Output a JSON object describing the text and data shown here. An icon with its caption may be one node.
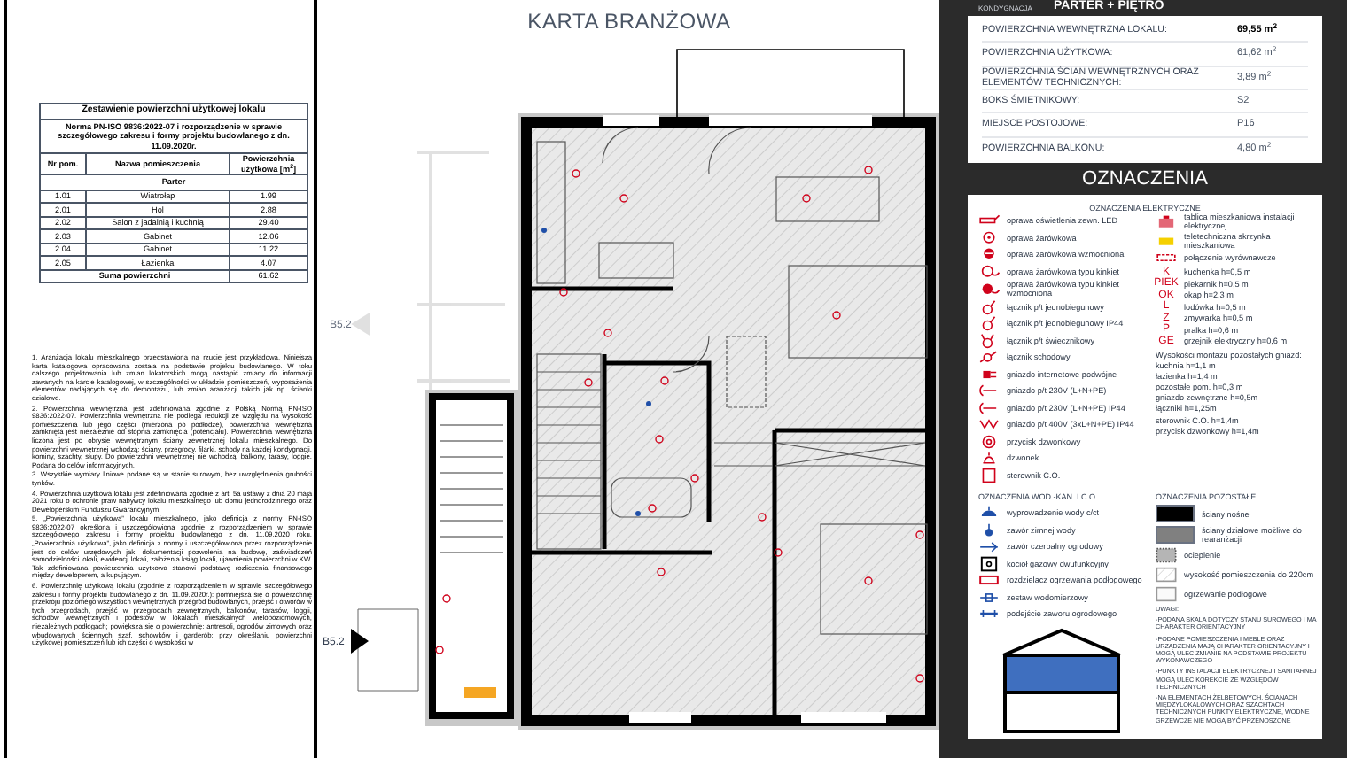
{
  "diagram": {
    "title": "KARTA BRANŻOWA",
    "labels": [
      "Zestawienie powierzchni użytkowej lokalu",
      "Norma PN-ISO 9836:2022-07 i rozporządzenie w sprawie szczegółowego zakresu i formy projektu budowlanego z dn. 11.09.2020r.",
      "Nr pom.",
      "Nazwa pomieszczenia",
      "Powierzchnia użytkowa [m$^{2}$]",
      "Parter",
      "1.01",
      "Wiatrołap",
      "1.99",
      "2.01",
      "Hol",
      "2.88",
      "2.02",
      "Salon z jadalnią i kuchnią",
      "29.40",
      "2.03",
      "Gabinet",
      "12.06",
      "2.04",
      "Gabinet",
      "11.22",
      "2.05",
      "Łazienka",
      "4.07",
      "Suma powierzchni",
      "61.62",
      "1. Aranżacja lokalu mieszkalnego przedstawiona na rzucie jest przykładowa. Niniejsza karta katalogowa opracowana została na podstawie projektu budowlanego. W toku dalszego projektowania lub zmian lokatorskich mogą nastąpić zmiany do informacji zawartych na karcie katalogowej, w szczególności w układzie pomieszczeń, wyposażenia elementów nadających się do demontażu, lub zmian aranżacji takich jak np. ścianki działowe.",
      "2. Powierzchnia wewnętrzna jest zdefiniowana zgodnie z Polską Normą PN-ISO 9836:2022-07. Powierzchnia wewnętrzna nie podlega redukcji ze względu na wysokość pomieszczenia lub jego części (mierzona po podłodze), powierzchnia wewnętrzna zamknięta jest niezależnie od stopnia zamknięcia (potencjału). Powierzchnia wewnętrzna liczona jest po obrysie wewnętrznym ściany zewnętrznej lokalu mieszkalnego. Do powierzchni wewnętrznej wchodzą: ściany, przegrody, filarki, schody na każdej kondygnacji, kominy, szachty, słupy. Do powierzchni wewnętrznej nie wchodzą: balkony, tarasy, loggie. Podana do celów informacyjnych.",
      "3. Wszystkie wymiary liniowe podane są w stanie surowym, bez uwzględnienia grubości tynków.",
      "4. Powierzchnia użytkowa lokalu jest zdefiniowana zgodnie z art. 5a ustawy z dnia 20 maja 2021 roku o ochronie praw nabywcy lokalu mieszkalnego lub domu jednorodzinnego oraz Deweloperskim Funduszu Gwarancyjnym.",
      "5. „Powierzchnia użytkowa” lokalu mieszkalnego, jako definicja z normy PN-ISO 9836:2022-07 określona i uszczegółowiona zgodnie z rozporządzeniem w sprawie szczegółowego zakresu i formy projektu budowlanego z dn. 11.09.2020 roku. „Powierzchnia użytkowa”, jako definicja z normy i uszczegółowiona przez rozporządzenie jest do celów urzędowych jak: dokumentacji pozwolenia na budowę, zaświadczeń samodzielności lokali, ewidencji lokali, założenia ksiąg lokali, ujawnienia powierzchni w KW. Tak zdefiniowana powierzchnia użytkowa stanowi podstawę rozliczenia finansowego między deweloperem, a kupującym.",
      "6. Powierzchnię użytkową lokalu (zgodnie z rozporządzeniem w sprawie szczegółowego zakresu i formy projektu budowlanego z dn. 11.09.2020r.): pomniejsza się o powierzchnię przekroju poziomego wszystkich wewnętrznych przegród budowlanych, przejść i otworów w tych przegrodach, przejść w przegrodach zewnętrznych, balkonów, tarasów, loggii, schodów wewnętrznych i podestów w lokalach mieszkalnych wielopoziomowych, niezależnych podłogach; powiększa się o powierzchnię: antresoli, ogrodów zimowych oraz wbudowanych ściennych szaf, schowków i garderób; przy określaniu powierzchni użytkowej pomieszczeń lub ich części o wysokości w",
      "B5.2",
      "B5.2",
      "KONDYGNACJA",
      "PARTER + PIĘTRO",
      "POWIERZCHNIA WEWNĘTRZNA LOKALU:",
      "69,55 m$^{2}$",
      "POWIERZCHNIA UŻYTKOWA:",
      "61,62 m$^{2}$",
      "POWIERZCHNIA ŚCIAN WEWNĘTRZNYCH ORAZ ELEMENTÓW TECHNICZNYCH:",
      "3,89 m$^{2}$",
      "BOKS ŚMIETNIKOWY:",
      "S2",
      "MIEJSCE POSTOJOWE:",
      "P16",
      "POWIERZCHNIA BALKONU:",
      "4,80 m$^{2}$",
      "OZNACZENIA",
      "OZNACZENIA ELEKTRYCZNE",
      "K",
      "PIEK",
      "OK",
      "L",
      "Z",
      "P",
      "GE",
      "Wysokości montażu pozostałych gniazd:",
      "kuchnia h=1,1 m",
      "łazienka h=1,4 m",
      "pozostałe pom. h=0,3 m",
      "gniazdo zewnętrzne h=0,5m",
      "łączniki h=1,25m",
      "sterownik C.O. h=1,4m",
      "przycisk dzwonkowy h=1,4m",
      "OZNACZENIA WOD.-KAN. I C.O.",
      "OZNACZENIA POZOSTAŁE",
      "UWAGI:",
      "-PODANA SKALA DOTYCZY STANU SUROWEGO I MA CHARAKTER ORIENTACYJNY",
      "-PODANE POMIESZCZENIA I MEBLE ORAZ URZĄDZENIA MAJĄ CHARAKTER ORIENTACYJNY I MOGĄ ULEC ZMIANIE NA PODSTAWIE PROJEKTU WYKONAWCZEGO",
      "-PUNKTY INSTALACJI ELEKTRYCZNEJ I SANITARNEJ MOGĄ ULEC KOREKCIE ZE WZGLĘDÓW TECHNICZNYCH",
      "-NA ELEMENTACH ŻELBETOWYCH, ŚCIANACH MIĘDZYLOKALOWYCH ORAZ SZACHTACH TECHNICZNYCH PUNKTY ELEKTRYCZNE, WODNE I GRZEWCZE NIE MOGĄ BYĆ PRZENOSZONE"
    ],
    "legend": [
      {
        "text": "oprawa oświetlenia zewn. LED"
      },
      {
        "text": "oprawa żarówkowa"
      },
      {
        "text": "oprawa żarówkowa wzmocniona"
      },
      {
        "text": "oprawa żarówkowa typu kinkiet"
      },
      {
        "text": "oprawa żarówkowa typu kinkiet wzmocniona"
      },
      {
        "text": "łącznik p/t jednobiegunowy"
      },
      {
        "text": "łącznik p/t jednobiegunowy IP44"
      },
      {
        "text": "łącznik p/t świecznikowy"
      },
      {
        "text": "łącznik schodowy"
      },
      {
        "text": "gniazdo internetowe podwójne"
      },
      {
        "text": "gniazdo p/t 230V (L+N+PE)"
      },
      {
        "text": "gniazdo p/t 230V (L+N+PE) IP44"
      },
      {
        "text": "gniazdo p/t 400V (3xL+N+PE) IP44"
      },
      {
        "text": "przycisk dzwonkowy"
      },
      {
        "text": "dzwonek"
      },
      {
        "text": "sterownik C.O."
      },
      {
        "text": "tablica mieszkaniowa instalacji elektrycznej"
      },
      {
        "text": "teletechniczna skrzynka mieszkaniowa"
      },
      {
        "text": "połączenie wyrównawcze"
      },
      {
        "text": "kuchenka h=0,5 m"
      },
      {
        "text": "piekarnik h=0,5 m"
      },
      {
        "text": "okap h=2,3 m"
      },
      {
        "text": "lodówka h=0,5 m"
      },
      {
        "text": "zmywarka h=0,5 m"
      },
      {
        "text": "pralka h=0,6 m"
      },
      {
        "text": "grzejnik elektryczny h=0,6 m"
      },
      {
        "text": "wyprowadzenie wody c/ct"
      },
      {
        "text": "zawór zimnej wody"
      },
      {
        "text": "zawór czerpalny ogrodowy"
      },
      {
        "text": "kocioł gazowy dwufunkcyjny"
      },
      {
        "text": "rozdzielacz ogrzewania podłogowego"
      },
      {
        "text": "zestaw wodomierzowy"
      },
      {
        "text": "podejście zaworu ogrodowego"
      },
      {
        "text": "ściany nośne",
        "color": "#000000"
      },
      {
        "text": "ściany działowe możliwe do rearanżacji",
        "color": "#808080"
      },
      {
        "text": "ocieplenie"
      },
      {
        "text": "wysokość pomieszczenia do 220cm"
      },
      {
        "text": "ogrzewanie podłogowe"
      }
    ]
  }
}
